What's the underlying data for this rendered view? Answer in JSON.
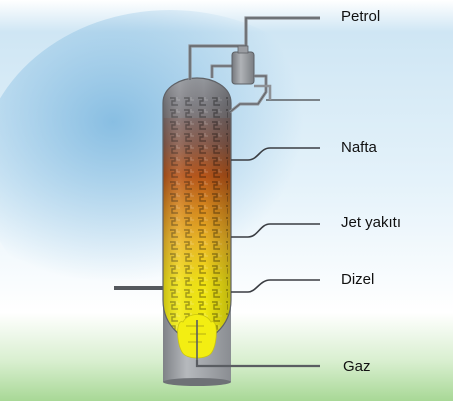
{
  "labels": {
    "petrol": "Petrol",
    "nafta": "Nafta",
    "jet_yakiti": "Jet yakıtı",
    "dizel": "Dizel",
    "gaz": "Gaz"
  },
  "colors": {
    "background_top": "#7fb9e0",
    "background_mid": "#d6ecf8",
    "ground": "#a9d99a",
    "column_top": "#8a8d92",
    "column_upper": "#7a6a6e",
    "column_mid": "#b85a1a",
    "column_lower": "#e8b020",
    "column_bottom": "#f2ee10",
    "column_base": "#a3a6ab",
    "pipe": "#6b6f74",
    "leader_line": "#333333"
  },
  "icons": {
    "condenser": "condenser-icon",
    "tray_pattern": "tray-pattern-icon"
  }
}
